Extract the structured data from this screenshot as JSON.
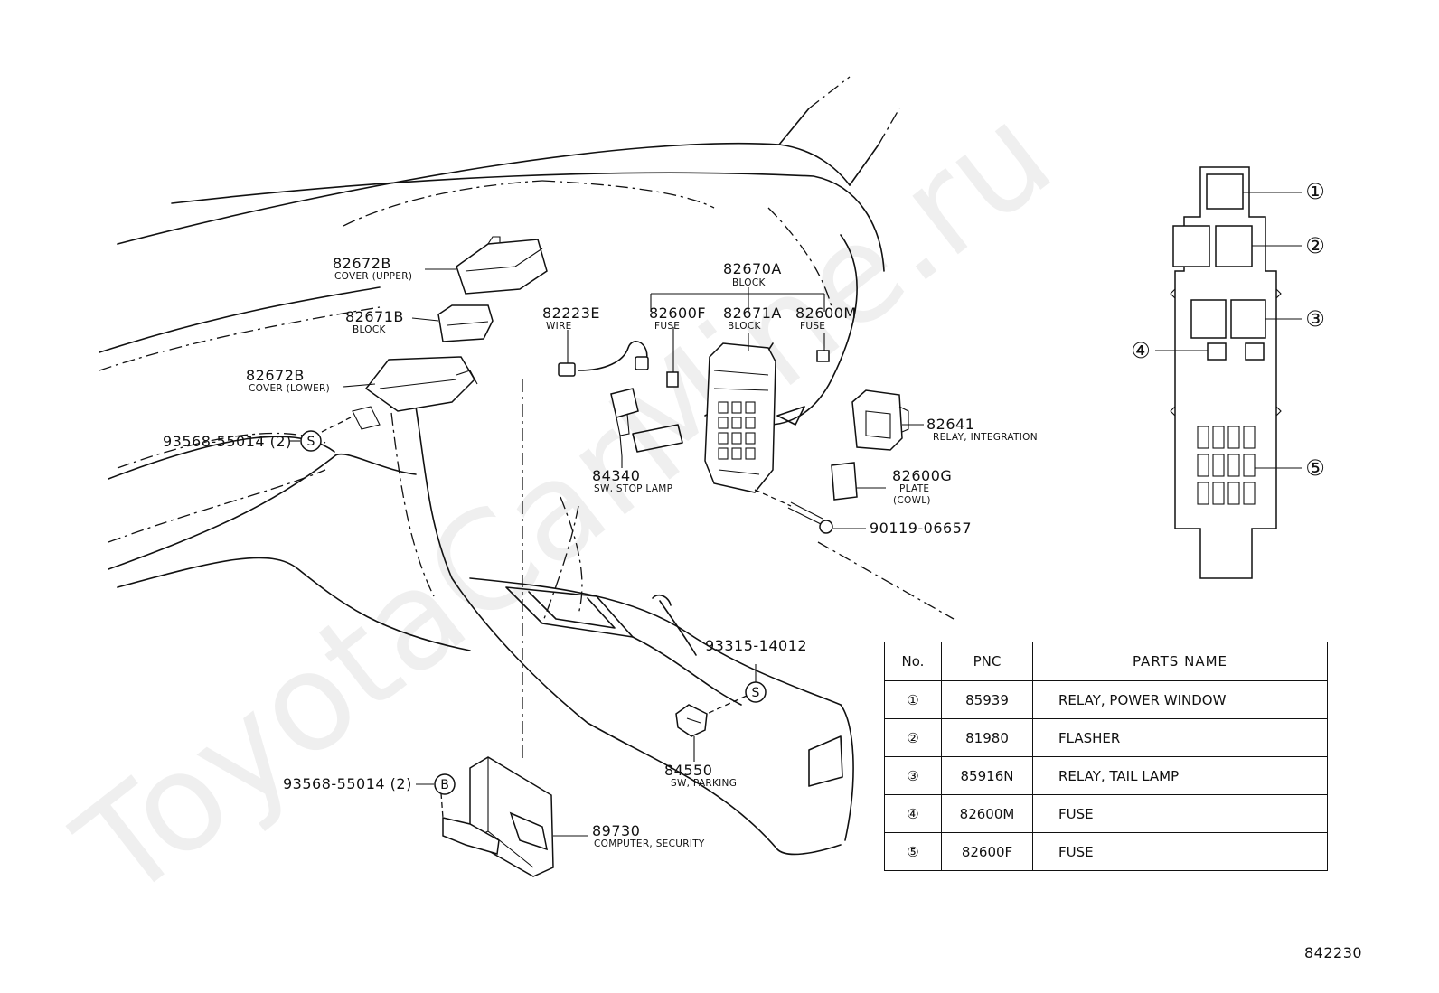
{
  "watermark": "ToyotaCarMine.ru",
  "doc_code": "842230",
  "callouts": [
    {
      "id": "82672b-upper",
      "pno": "82672B",
      "name": "COVER (UPPER)"
    },
    {
      "id": "82671b",
      "pno": "82671B",
      "name": "BLOCK"
    },
    {
      "id": "82672b-lower",
      "pno": "82672B",
      "name": "COVER (LOWER)"
    },
    {
      "id": "93568-top",
      "pno": "93568-55014 (2)",
      "name": ""
    },
    {
      "id": "82223e",
      "pno": "82223E",
      "name": "WIRE"
    },
    {
      "id": "82670a",
      "pno": "82670A",
      "name": "BLOCK"
    },
    {
      "id": "82600f",
      "pno": "82600F",
      "name": "FUSE"
    },
    {
      "id": "82671a",
      "pno": "82671A",
      "name": "BLOCK"
    },
    {
      "id": "82600m",
      "pno": "82600M",
      "name": "FUSE"
    },
    {
      "id": "82641",
      "pno": "82641",
      "name": "RELAY, INTEGRATION"
    },
    {
      "id": "84340",
      "pno": "84340",
      "name": "SW, STOP LAMP"
    },
    {
      "id": "82600g",
      "pno": "82600G",
      "name": "PLATE"
    },
    {
      "id": "82600g-sub",
      "pno": "",
      "name": "(COWL)"
    },
    {
      "id": "90119",
      "pno": "90119-06657",
      "name": ""
    },
    {
      "id": "93315",
      "pno": "93315-14012",
      "name": ""
    },
    {
      "id": "84550",
      "pno": "84550",
      "name": "SW, PARKING"
    },
    {
      "id": "93568-bottom",
      "pno": "93568-55014 (2)",
      "name": ""
    },
    {
      "id": "89730",
      "pno": "89730",
      "name": "COMPUTER, SECURITY"
    }
  ],
  "markers": {
    "s": "S",
    "b": "B"
  },
  "fuse_block_labels": [
    "①",
    "②",
    "③",
    "④",
    "⑤"
  ],
  "table": {
    "headers": {
      "no": "No.",
      "pnc": "PNC",
      "name": "PARTS NAME"
    },
    "rows": [
      {
        "no": "①",
        "pnc": "85939",
        "name": "RELAY, POWER WINDOW"
      },
      {
        "no": "②",
        "pnc": "81980",
        "name": "FLASHER"
      },
      {
        "no": "③",
        "pnc": "85916N",
        "name": "RELAY, TAIL LAMP"
      },
      {
        "no": "④",
        "pnc": "82600M",
        "name": "FUSE"
      },
      {
        "no": "⑤",
        "pnc": "82600F",
        "name": "FUSE"
      }
    ]
  }
}
